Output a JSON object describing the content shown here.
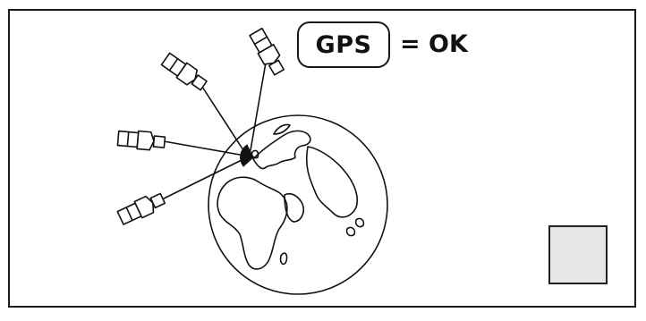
{
  "gps_badge": {
    "label": "GPS"
  },
  "gps_status": {
    "text": "= OK"
  },
  "icons": {
    "globe": "earth-globe-icon",
    "satellite": "satellite-icon",
    "receiver": "gps-receiver-marker-icon",
    "corner_square": "status-square"
  },
  "colors": {
    "line": "#111111",
    "background": "#ffffff",
    "square_fill": "#e6e6e6"
  }
}
